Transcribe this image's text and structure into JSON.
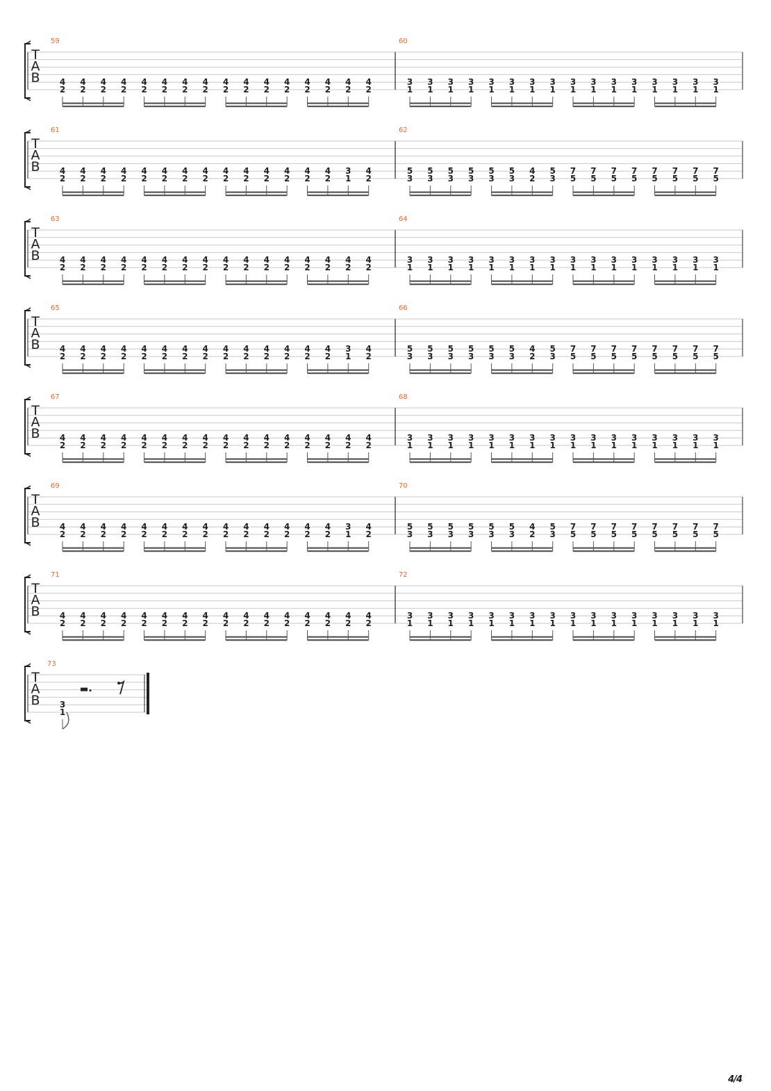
{
  "tab_clef": [
    "T",
    "A",
    "B"
  ],
  "colors": {
    "measure_number": "#e8641e",
    "staff_line": "#c8c8c8",
    "ink": "#222222",
    "beam": "#555555"
  },
  "patterns": {
    "A": [
      [
        4,
        2
      ],
      [
        4,
        2
      ],
      [
        4,
        2
      ],
      [
        4,
        2
      ],
      [
        4,
        2
      ],
      [
        4,
        2
      ],
      [
        4,
        2
      ],
      [
        4,
        2
      ],
      [
        4,
        2
      ],
      [
        4,
        2
      ],
      [
        4,
        2
      ],
      [
        4,
        2
      ],
      [
        4,
        2
      ],
      [
        4,
        2
      ],
      [
        4,
        2
      ],
      [
        4,
        2
      ]
    ],
    "B": [
      [
        3,
        1
      ],
      [
        3,
        1
      ],
      [
        3,
        1
      ],
      [
        3,
        1
      ],
      [
        3,
        1
      ],
      [
        3,
        1
      ],
      [
        3,
        1
      ],
      [
        3,
        1
      ],
      [
        3,
        1
      ],
      [
        3,
        1
      ],
      [
        3,
        1
      ],
      [
        3,
        1
      ],
      [
        3,
        1
      ],
      [
        3,
        1
      ],
      [
        3,
        1
      ],
      [
        3,
        1
      ]
    ],
    "C": [
      [
        4,
        2
      ],
      [
        4,
        2
      ],
      [
        4,
        2
      ],
      [
        4,
        2
      ],
      [
        4,
        2
      ],
      [
        4,
        2
      ],
      [
        4,
        2
      ],
      [
        4,
        2
      ],
      [
        4,
        2
      ],
      [
        4,
        2
      ],
      [
        4,
        2
      ],
      [
        4,
        2
      ],
      [
        4,
        2
      ],
      [
        4,
        2
      ],
      [
        3,
        1
      ],
      [
        4,
        2
      ]
    ],
    "D": [
      [
        5,
        3
      ],
      [
        5,
        3
      ],
      [
        5,
        3
      ],
      [
        5,
        3
      ],
      [
        5,
        3
      ],
      [
        5,
        3
      ],
      [
        4,
        2
      ],
      [
        5,
        3
      ],
      [
        7,
        5
      ],
      [
        7,
        5
      ],
      [
        7,
        5
      ],
      [
        7,
        5
      ],
      [
        7,
        5
      ],
      [
        7,
        5
      ],
      [
        7,
        5
      ],
      [
        7,
        5
      ]
    ]
  },
  "systems": [
    {
      "measures": [
        {
          "number": "59",
          "pattern": "A"
        },
        {
          "number": "60",
          "pattern": "B"
        }
      ]
    },
    {
      "measures": [
        {
          "number": "61",
          "pattern": "C"
        },
        {
          "number": "62",
          "pattern": "D"
        }
      ]
    },
    {
      "measures": [
        {
          "number": "63",
          "pattern": "A"
        },
        {
          "number": "64",
          "pattern": "B"
        }
      ]
    },
    {
      "measures": [
        {
          "number": "65",
          "pattern": "C"
        },
        {
          "number": "66",
          "pattern": "D"
        }
      ]
    },
    {
      "measures": [
        {
          "number": "67",
          "pattern": "A"
        },
        {
          "number": "68",
          "pattern": "B"
        }
      ]
    },
    {
      "measures": [
        {
          "number": "69",
          "pattern": "C"
        },
        {
          "number": "70",
          "pattern": "D"
        }
      ]
    },
    {
      "measures": [
        {
          "number": "71",
          "pattern": "A"
        },
        {
          "number": "72",
          "pattern": "B"
        }
      ]
    }
  ],
  "final_measure": {
    "number": "73",
    "chord": [
      3,
      1
    ],
    "rests": [
      "dotted-half-rest",
      "eighth-rest"
    ]
  },
  "page_number": "4/4"
}
